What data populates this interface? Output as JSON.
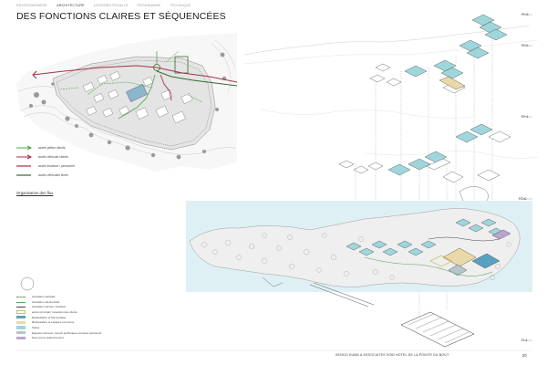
{
  "nav": {
    "items": [
      "ENVIRONNEMENT",
      "ARCHITECTURE",
      "LOGEMENTS/SALLE",
      "PROGRAMME",
      "TECHNIQUE"
    ],
    "active_index": 1
  },
  "page_title": "DES FONCTIONS CLAIRES ET SÉQUENCÉES",
  "flux_legend": [
    {
      "label": "accès piéton clients",
      "color": "#4aa84a",
      "style": "arrow"
    },
    {
      "label": "accès véhicule clients",
      "color": "#a3324a",
      "style": "arrow"
    },
    {
      "label": "accès livraison / personnel",
      "color": "#a3324a",
      "style": "line"
    },
    {
      "label": "accès véhicules livrés",
      "color": "#2e6e2e",
      "style": "line"
    }
  ],
  "section_label": "Organisation des flux",
  "program_legend": [
    {
      "label": "circulation verticale",
      "color": "#58a858",
      "style": "dashed"
    },
    {
      "label": "circulation clients hôtel",
      "color": "#58a858",
      "style": "line"
    },
    {
      "label": "circulation service / livraison",
      "color": "#444444",
      "style": "line"
    },
    {
      "label": "accès principal / réception des clients",
      "color": "#c8c060",
      "style": "outline"
    },
    {
      "label": "Restauration et bar-terrasse",
      "color": "#5aa0c0",
      "style": "fill"
    },
    {
      "label": "Restauration et espaces communs",
      "color": "#e9d9a8",
      "style": "fill"
    },
    {
      "label": "Suites",
      "color": "#9fd6dc",
      "style": "fill"
    },
    {
      "label": "Espaces annexes, locaux techniques et locaux personnel",
      "color": "#b8c4cc",
      "style": "fill"
    },
    {
      "label": "Sous-sol et stationnement",
      "color": "#b8a6d0",
      "style": "fill"
    }
  ],
  "levels": [
    "R+3",
    "R+2",
    "R+1",
    "RDC",
    "R-1"
  ],
  "footer": "KENGO KUMA & ASSOCIATES   HOM   HOTEL DE LA POINTE DU BOUT",
  "page_number": "20",
  "colors": {
    "sea_tint": "#dff0f4",
    "suite": "#9fd6dc",
    "pedestrian": "#4aa84a",
    "vehicle": "#a3324a",
    "delivery": "#2e6e2e",
    "ground": "#d6d6d6"
  }
}
